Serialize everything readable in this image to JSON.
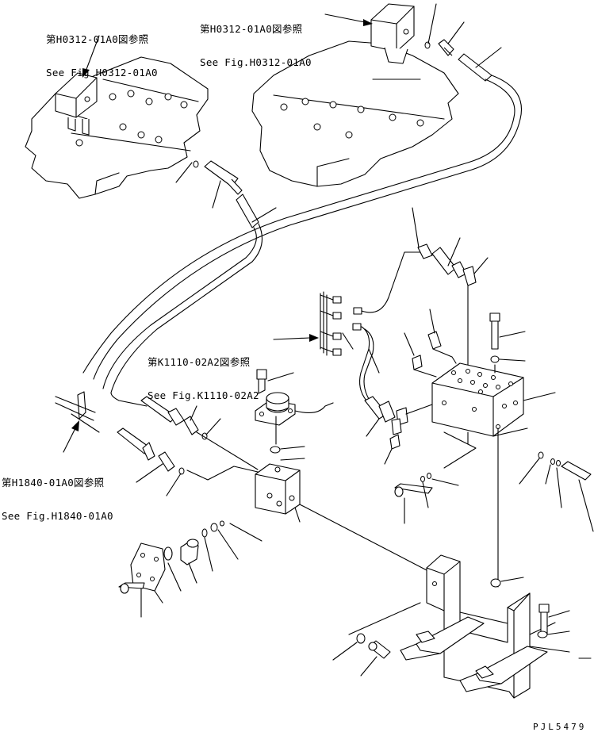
{
  "references": {
    "top_left": {
      "jp": "第H0312-01A0図参照",
      "en": "See Fig H0312-01A0"
    },
    "top_right": {
      "jp": "第H0312-01A0図参照",
      "en": "See Fig.H0312-01A0"
    },
    "middle": {
      "jp": "第K1110-02A2図参照",
      "en": "See Fig.K1110-02A2"
    },
    "left": {
      "jp": "第H1840-01A0図参照",
      "en": "See Fig.H1840-01A0"
    }
  },
  "drawing_code": "PJL5479"
}
